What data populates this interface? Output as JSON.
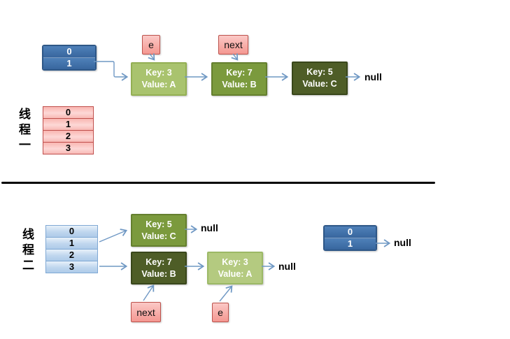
{
  "colors": {
    "steel_blue": "#3A6EA5",
    "light_blue": "#BFD6EE",
    "pink": "#F5A09B",
    "pink_border": "#C0504D",
    "light_green": "#A9C36E",
    "medium_olive": "#7B9A3D",
    "dark_olive": "#4E5D27",
    "arrow_blue": "#6F98C4"
  },
  "top": {
    "thread_label": "线程一",
    "bucket_pair": [
      "0",
      "1"
    ],
    "pointer_e": "e",
    "pointer_next": "next",
    "node_key3": {
      "key": "Key: 3",
      "value": "Value: A"
    },
    "node_key7": {
      "key": "Key: 7",
      "value": "Value: B"
    },
    "node_key5": {
      "key": "Key: 5",
      "value": "Value: C"
    },
    "null_after_key5": "null",
    "bucket_table": [
      "0",
      "1",
      "2",
      "3"
    ]
  },
  "bottom": {
    "thread_label": "线程二",
    "bucket_table": [
      "0",
      "1",
      "2",
      "3"
    ],
    "node_key5": {
      "key": "Key: 5",
      "value": "Value: C"
    },
    "node_key7": {
      "key": "Key: 7",
      "value": "Value: B"
    },
    "node_key3": {
      "key": "Key: 3",
      "value": "Value: A"
    },
    "null_after_key5": "null",
    "null_after_key3": "null",
    "pointer_next": "next",
    "pointer_e": "e",
    "bucket_pair": [
      "0",
      "1"
    ],
    "null_after_bucket": "null"
  }
}
